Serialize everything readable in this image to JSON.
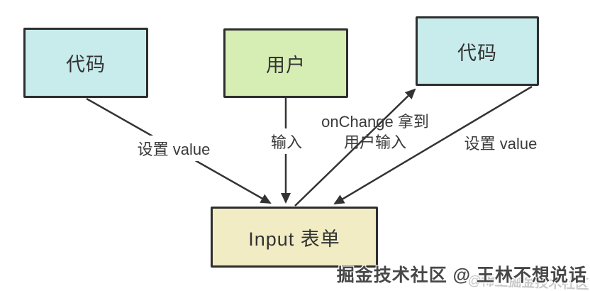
{
  "diagram": {
    "boxes": [
      {
        "id": "code-left",
        "label": "代码",
        "fill": "#c8ebeb"
      },
      {
        "id": "user",
        "label": "用户",
        "fill": "#d6edb3"
      },
      {
        "id": "code-right",
        "label": "代码",
        "fill": "#c8ebeb"
      },
      {
        "id": "input-form",
        "label": "Input 表单",
        "fill": "#f1ecc3"
      }
    ],
    "edges": [
      {
        "from": "code-left",
        "to": "input-form",
        "label": "设置 value"
      },
      {
        "from": "user",
        "to": "input-form",
        "label": "输入"
      },
      {
        "from": "input-form",
        "to": "code-right",
        "label": "onChange 拿到 用户输入"
      },
      {
        "from": "code-right",
        "to": "input-form",
        "label": "设置 value"
      }
    ],
    "edge_labels": {
      "set_value_left": "设置 value",
      "input_action": "输入",
      "onchange_line1": "onChange 拿到",
      "onchange_line2": "用户输入",
      "set_value_right": "设置 value"
    },
    "colors": {
      "box_border": "#2e2e2e",
      "arrow": "#333333",
      "cyan_fill": "#c8ebeb",
      "green_fill": "#d6edb3",
      "yellow_fill": "#f1ecc3"
    }
  },
  "watermark": {
    "main": "掘金技术社区 @ 王林不想说话",
    "faint": "@稀土掘金技术社区"
  }
}
